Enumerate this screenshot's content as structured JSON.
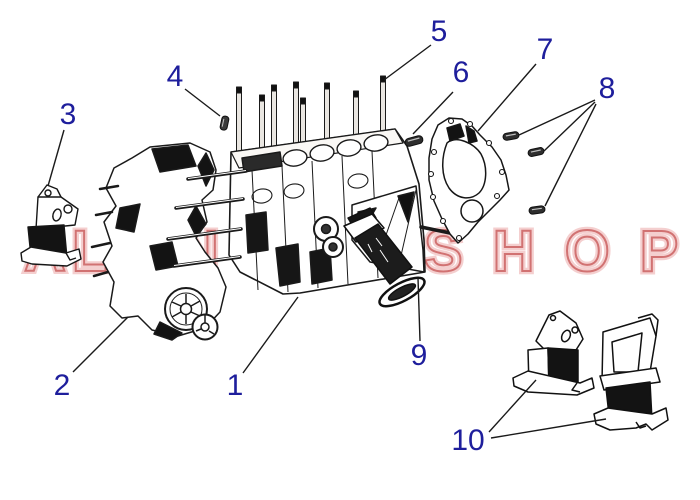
{
  "diagram": {
    "description_kind": "exploded-parts-diagram",
    "background_color": "#ffffff",
    "line_color": "#1a1a1a",
    "callout_color": "#1e1e9c",
    "watermark": {
      "left_word": "ALFIN",
      "right_word": "SHOP",
      "stroke_color": "#c65050",
      "halo_color": "#f2c4c4"
    },
    "callouts": [
      {
        "label": "1"
      },
      {
        "label": "2"
      },
      {
        "label": "3"
      },
      {
        "label": "4"
      },
      {
        "label": "5"
      },
      {
        "label": "6"
      },
      {
        "label": "7"
      },
      {
        "label": "8"
      },
      {
        "label": "9"
      },
      {
        "label": "10"
      }
    ]
  }
}
